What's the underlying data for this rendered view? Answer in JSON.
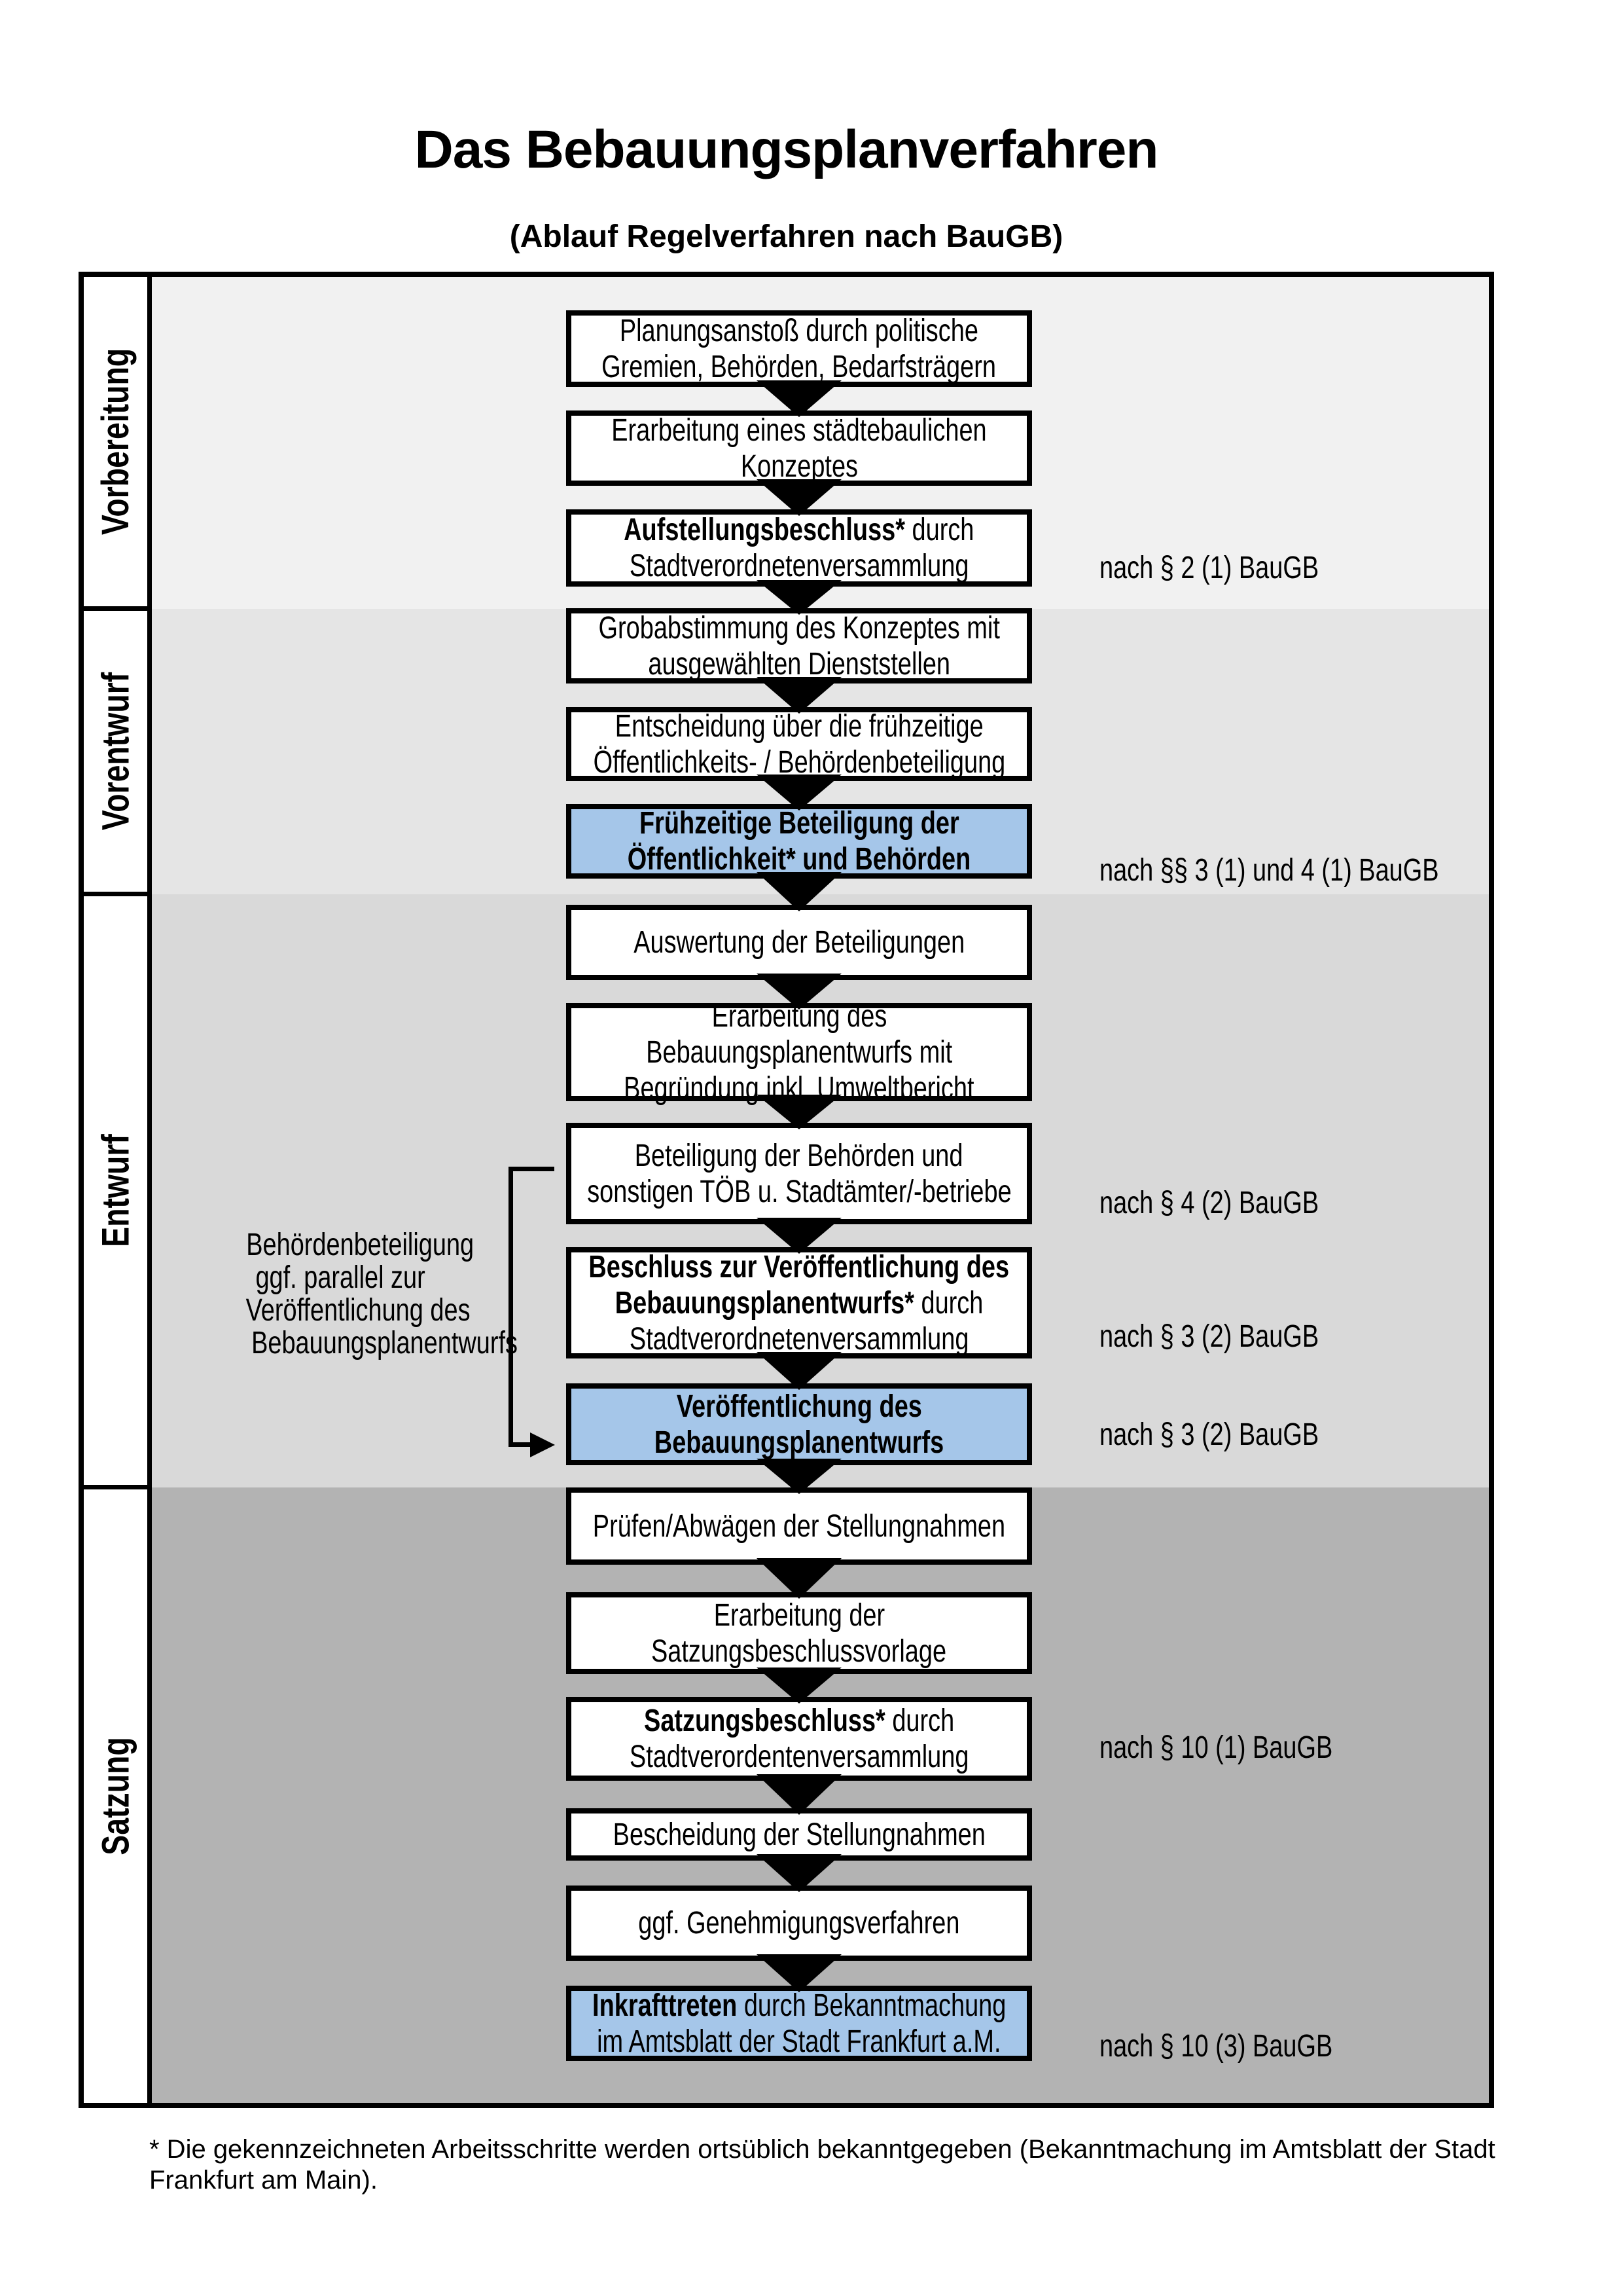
{
  "title": "Das Bebauungsplanverfahren",
  "subtitle": "(Ablauf Regelverfahren nach BauGB)",
  "phases": [
    {
      "label": "Vorbereitung"
    },
    {
      "label": "Vorentwurf"
    },
    {
      "label": "Entwurf"
    },
    {
      "label": "Satzung"
    }
  ],
  "steps": [
    {
      "phase": "Vorbereitung",
      "lines": [
        [
          {
            "t": "Planungsanstoß durch politische"
          }
        ],
        [
          {
            "t": "Gremien, Behörden, Bedarfsträgern"
          }
        ]
      ]
    },
    {
      "phase": "Vorbereitung",
      "lines": [
        [
          {
            "t": "Erarbeitung eines städtebaulichen"
          }
        ],
        [
          {
            "t": "Konzeptes"
          }
        ]
      ]
    },
    {
      "phase": "Vorbereitung",
      "lines": [
        [
          {
            "t": "Aufstellungsbeschluss*",
            "b": true
          },
          {
            "t": " durch"
          }
        ],
        [
          {
            "t": "Stadtverordnetenversammlung"
          }
        ]
      ],
      "law": "nach § 2 (1) BauGB"
    },
    {
      "phase": "Vorentwurf",
      "lines": [
        [
          {
            "t": "Grobabstimmung des Konzeptes mit"
          }
        ],
        [
          {
            "t": "ausgewählten Dienststellen"
          }
        ]
      ]
    },
    {
      "phase": "Vorentwurf",
      "lines": [
        [
          {
            "t": "Entscheidung über die frühzeitige"
          }
        ],
        [
          {
            "t": "Öffentlichkeits- / Behördenbeteiligung"
          }
        ]
      ]
    },
    {
      "phase": "Vorentwurf",
      "highlight": true,
      "lines": [
        [
          {
            "t": "Frühzeitige Beteiligung der",
            "b": true
          }
        ],
        [
          {
            "t": "Öffentlichkeit* und Behörden",
            "b": true
          }
        ]
      ],
      "law": "nach §§ 3 (1) und 4 (1) BauGB"
    },
    {
      "phase": "Entwurf",
      "lines": [
        [
          {
            "t": "Auswertung der Beteiligungen"
          }
        ]
      ]
    },
    {
      "phase": "Entwurf",
      "lines": [
        [
          {
            "t": "Erarbeitung des"
          }
        ],
        [
          {
            "t": "Bebauungsplanentwurfs mit"
          }
        ],
        [
          {
            "t": "Begründung inkl. Umweltbericht"
          }
        ]
      ]
    },
    {
      "phase": "Entwurf",
      "lines": [
        [
          {
            "t": "Beteiligung der Behörden und"
          }
        ],
        [
          {
            "t": "sonstigen TÖB u. Stadtämter/-betriebe"
          }
        ]
      ],
      "law": "nach § 4 (2) BauGB"
    },
    {
      "phase": "Entwurf",
      "lines": [
        [
          {
            "t": "Beschluss zur Veröffentlichung des",
            "b": true
          }
        ],
        [
          {
            "t": "Bebauungsplanentwurfs*",
            "b": true
          },
          {
            "t": " durch"
          }
        ],
        [
          {
            "t": "Stadtverordnetenversammlung"
          }
        ]
      ],
      "law": "nach § 3 (2) BauGB"
    },
    {
      "phase": "Entwurf",
      "highlight": true,
      "lines": [
        [
          {
            "t": "Veröffentlichung des",
            "b": true
          }
        ],
        [
          {
            "t": "Bebauungsplanentwurfs",
            "b": true
          }
        ]
      ],
      "law": "nach § 3 (2) BauGB"
    },
    {
      "phase": "Satzung",
      "lines": [
        [
          {
            "t": "Prüfen/Abwägen der Stellungnahmen"
          }
        ]
      ]
    },
    {
      "phase": "Satzung",
      "lines": [
        [
          {
            "t": "Erarbeitung der"
          }
        ],
        [
          {
            "t": "Satzungsbeschlussvorlage"
          }
        ]
      ]
    },
    {
      "phase": "Satzung",
      "lines": [
        [
          {
            "t": "Satzungsbeschluss*",
            "b": true
          },
          {
            "t": " durch"
          }
        ],
        [
          {
            "t": "Stadtverordentenversammlung"
          }
        ]
      ],
      "law": "nach § 10 (1) BauGB"
    },
    {
      "phase": "Satzung",
      "lines": [
        [
          {
            "t": "Bescheidung der Stellungnahmen"
          }
        ]
      ]
    },
    {
      "phase": "Satzung",
      "lines": [
        [
          {
            "t": "ggf. Genehmigungsverfahren"
          }
        ]
      ]
    },
    {
      "phase": "Satzung",
      "highlight": true,
      "lines": [
        [
          {
            "t": "Inkrafttreten",
            "b": true
          },
          {
            "t": " durch Bekanntmachung"
          }
        ],
        [
          {
            "t": "im Amtsblatt der Stadt Frankfurt a.M."
          }
        ]
      ],
      "law": "nach § 10 (3) BauGB"
    }
  ],
  "side_note": {
    "lines": [
      "Behördenbeteiligung",
      "ggf. parallel zur",
      "Veröffentlichung des",
      "Bebauungsplanentwurfs"
    ]
  },
  "footnote": "* Die gekennzeichneten Arbeitsschritte werden ortsüblich bekanntgegeben (Bekanntmachung im Amtsblatt  der Stadt Frankfurt am Main).",
  "colors": {
    "highlight": "#a5c6e9",
    "border": "#000000",
    "phase_bg": {
      "Vorbereitung": "#f1f1f1",
      "Vorentwurf": "#e5e5e5",
      "Entwurf": "#d9d9d9",
      "Satzung": "#b3b3b3"
    }
  }
}
